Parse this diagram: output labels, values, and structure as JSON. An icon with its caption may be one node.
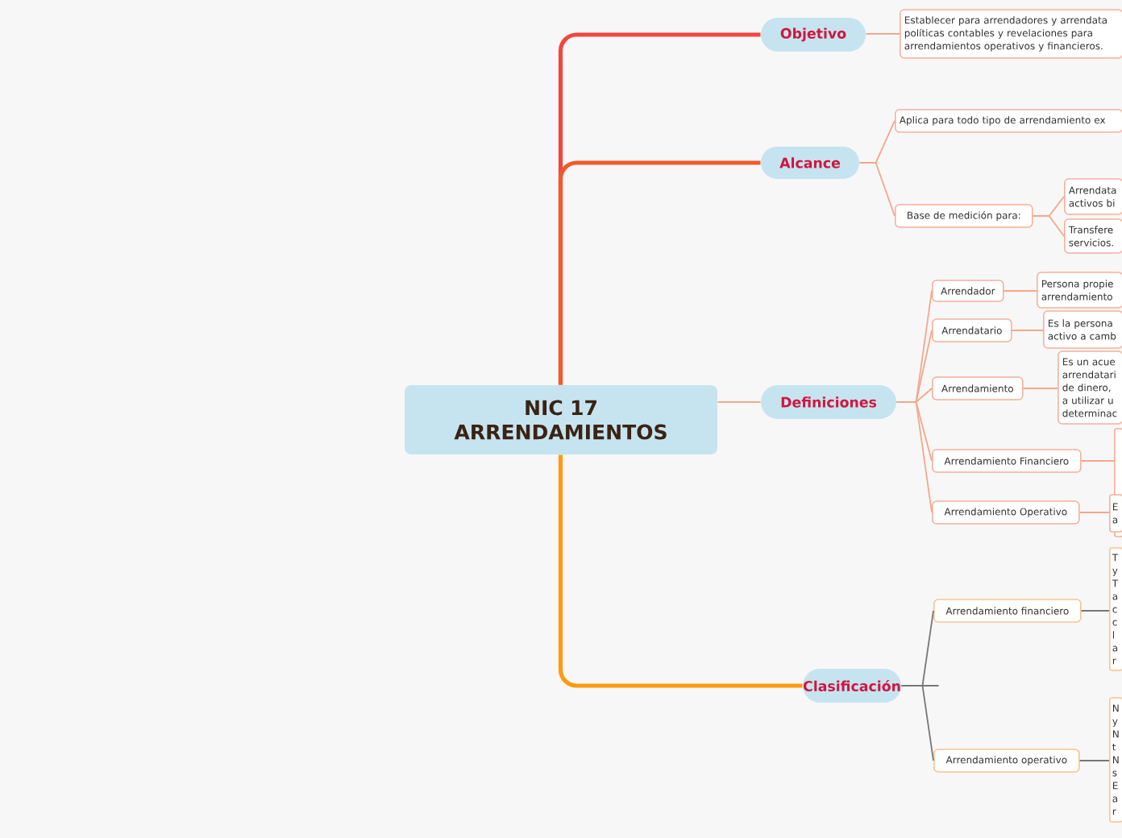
{
  "diagram": {
    "nodes": [
      {
        "text": [
          "NIC 17 ARRENDAMIENTOS"
        ]
      },
      {
        "text": [
          "Objetivo"
        ]
      },
      {
        "text": [
          "Establecer para arrendadores y arrendata políticas contables y revelaciones para arrendamientos operativos y financieros."
        ]
      },
      {
        "text": [
          "Alcance"
        ]
      },
      {
        "text": [
          "Aplica para todo tipo de arrendamiento ex"
        ]
      },
      {
        "text": [
          "Base de medición para:"
        ]
      },
      {
        "text": [
          "Arrendata activos bi"
        ]
      },
      {
        "text": [
          "Transfere servicios."
        ]
      },
      {
        "text": [
          "Definiciones"
        ]
      },
      {
        "text": [
          "Arrendador"
        ]
      },
      {
        "text": [
          "Persona propie arrendamiento"
        ]
      },
      {
        "text": [
          "Arrendatario"
        ]
      },
      {
        "text": [
          "Es la persona activo a camb"
        ]
      },
      {
        "text": [
          "Arrendamiento"
        ]
      },
      {
        "text": [
          "Es un acue arrendatari de dinero, a utilizar u determinac"
        ]
      },
      {
        "text": [
          "Arrendamiento Financiero"
        ]
      },
      {
        "text": [],
        "shape": "box"
      },
      {
        "text": [
          "Arrendamiento Operativo"
        ]
      },
      {
        "text": [
          "E a"
        ]
      },
      {
        "text": [
          "Clasificación"
        ]
      },
      {
        "text": [
          "Arrendamiento financiero"
        ]
      },
      {
        "text": [
          "T y T a c c l a r"
        ]
      },
      {
        "text": [
          "Arrendamiento operativo"
        ]
      },
      {
        "text": [
          "N y N t N s E a r"
        ]
      }
    ],
    "edges": [
      {
        "from": 0,
        "to": 1,
        "arrow": "none",
        "style": "thick",
        "color": "#f2473f"
      },
      {
        "from": 0,
        "to": 3,
        "arrow": "none",
        "style": "thick",
        "color": "#f15a2a"
      },
      {
        "from": 0,
        "to": 8,
        "arrow": "none"
      },
      {
        "from": 0,
        "to": 19,
        "arrow": "none",
        "style": "thick",
        "color": "#ff9a10"
      },
      {
        "from": 1,
        "to": 2,
        "arrow": "none"
      },
      {
        "from": 3,
        "to": 4,
        "arrow": "none"
      },
      {
        "from": 3,
        "to": 5,
        "arrow": "none"
      },
      {
        "from": 5,
        "to": 6,
        "arrow": "none"
      },
      {
        "from": 5,
        "to": 7,
        "arrow": "none"
      },
      {
        "from": 8,
        "to": 9,
        "arrow": "none"
      },
      {
        "from": 8,
        "to": 11,
        "arrow": "none"
      },
      {
        "from": 8,
        "to": 13,
        "arrow": "none"
      },
      {
        "from": 8,
        "to": 15,
        "arrow": "none"
      },
      {
        "from": 8,
        "to": 17,
        "arrow": "none"
      },
      {
        "from": 9,
        "to": 10,
        "arrow": "none"
      },
      {
        "from": 11,
        "to": 12,
        "arrow": "none"
      },
      {
        "from": 13,
        "to": 14,
        "arrow": "none"
      },
      {
        "from": 15,
        "to": 16,
        "arrow": "none"
      },
      {
        "from": 17,
        "to": 18,
        "arrow": "none"
      },
      {
        "from": 19,
        "to": 20,
        "arrow": "none",
        "color": "#777777"
      },
      {
        "from": 19,
        "to": null,
        "arrow": "none",
        "color": "#777777"
      },
      {
        "from": 19,
        "to": 22,
        "arrow": "none",
        "color": "#777777"
      },
      {
        "from": 20,
        "to": 21,
        "arrow": "none",
        "color": "#777777"
      },
      {
        "from": 22,
        "to": 23,
        "arrow": "none",
        "color": "#777777"
      }
    ]
  }
}
